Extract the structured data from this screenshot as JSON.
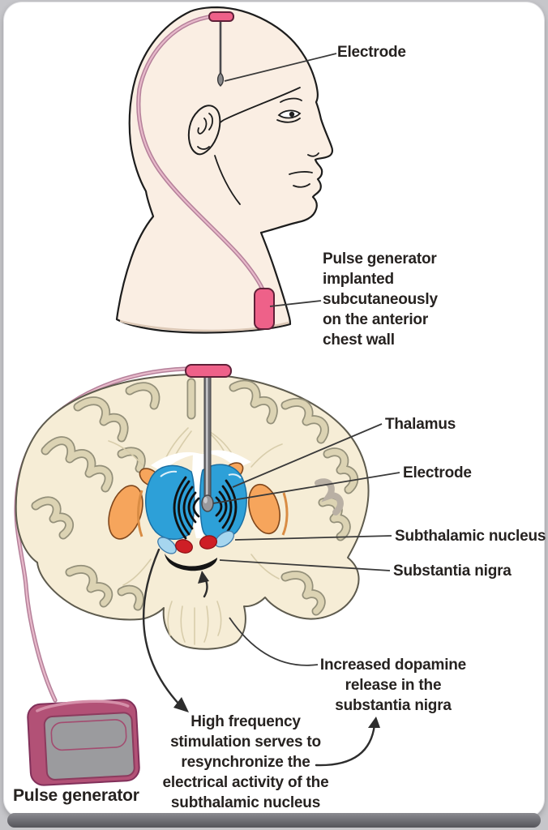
{
  "labels": {
    "electrode_head": "Electrode",
    "pulse_generator_note": "Pulse generator\nimplanted\nsubcutaneously\non the anterior\nchest wall",
    "thalamus": "Thalamus",
    "electrode_brain": "Electrode",
    "subthalamic_nucleus": "Subthalamic nucleus",
    "substantia_nigra": "Substantia nigra",
    "dopamine_note": "Increased dopamine\nrelease in the\nsubstantia nigra",
    "stimulation_note": "High frequency\nstimulation serves to\nresynchronize the\nelectrical activity of the\nsubthalamic nucleus",
    "pulse_generator": "Pulse generator"
  },
  "colors": {
    "skin": "#faeee3",
    "cortex_cream": "#f6edd6",
    "gyri_tan": "#dcd3b3",
    "thalamus_blue": "#2da0d8",
    "basal_ganglia_orange": "#f6a55c",
    "subthalamic_red": "#ce1f26",
    "nucleus_light_blue": "#a6d6ef",
    "substantia_nigra_black": "#151515",
    "implant_pink": "#ee6189",
    "wire_pink": "#b5809a",
    "device_maroon": "#b25176",
    "device_face_gray": "#9b9b9e",
    "label_text": "#262220"
  }
}
